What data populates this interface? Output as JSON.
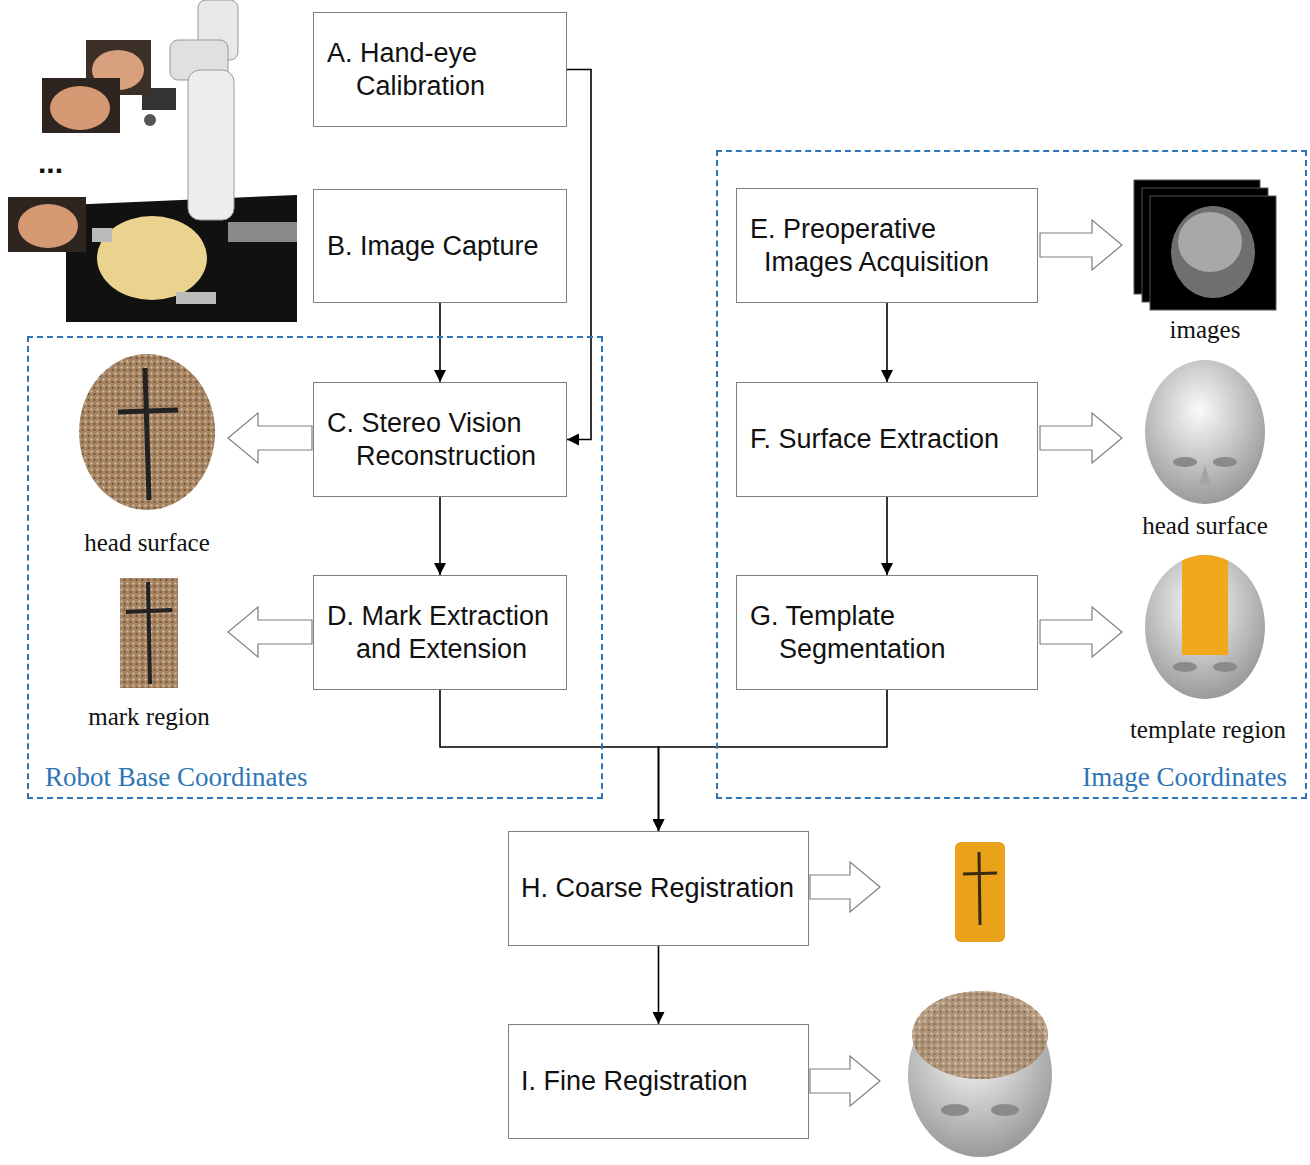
{
  "diagram": {
    "nodes": [
      {
        "text": [
          "A. Hand-eye Calibration"
        ]
      },
      {
        "text": [
          "B. Image Capture"
        ]
      },
      {
        "text": [
          "Robot Base Coordinates"
        ]
      },
      {
        "text": [
          "C. Stereo Vision Reconstruction"
        ],
        "in": 2
      },
      {
        "text": [
          "D. Mark Extraction and Extension"
        ],
        "in": 2
      },
      {
        "text": [
          "Image Coordinates"
        ]
      },
      {
        "text": [
          "E. Preoperative Images Acquisition"
        ],
        "in": 5
      },
      {
        "text": [
          "F. Surface Extraction"
        ],
        "in": 5
      },
      {
        "text": [
          "G. Template Segmentation"
        ],
        "in": 5
      },
      {
        "text": [
          "H. Coarse Registration"
        ]
      },
      {
        "text": [
          "I. Fine Registration"
        ]
      }
    ],
    "edges": [
      {
        "from": 0,
        "to": 3,
        "arrow": "to"
      },
      {
        "from": 1,
        "to": 3,
        "arrow": "to"
      },
      {
        "from": 3,
        "to": 4,
        "arrow": "to"
      },
      {
        "from": 4,
        "to": 9,
        "arrow": "to"
      },
      {
        "from": 6,
        "to": 7,
        "arrow": "to"
      },
      {
        "from": 7,
        "to": 8,
        "arrow": "to"
      },
      {
        "from": 8,
        "to": 9,
        "arrow": "to"
      },
      {
        "from": 9,
        "to": 10,
        "arrow": "to"
      }
    ],
    "labels": [
      "...",
      "head surface",
      "mark region",
      "images",
      "head surface",
      "template region"
    ]
  }
}
